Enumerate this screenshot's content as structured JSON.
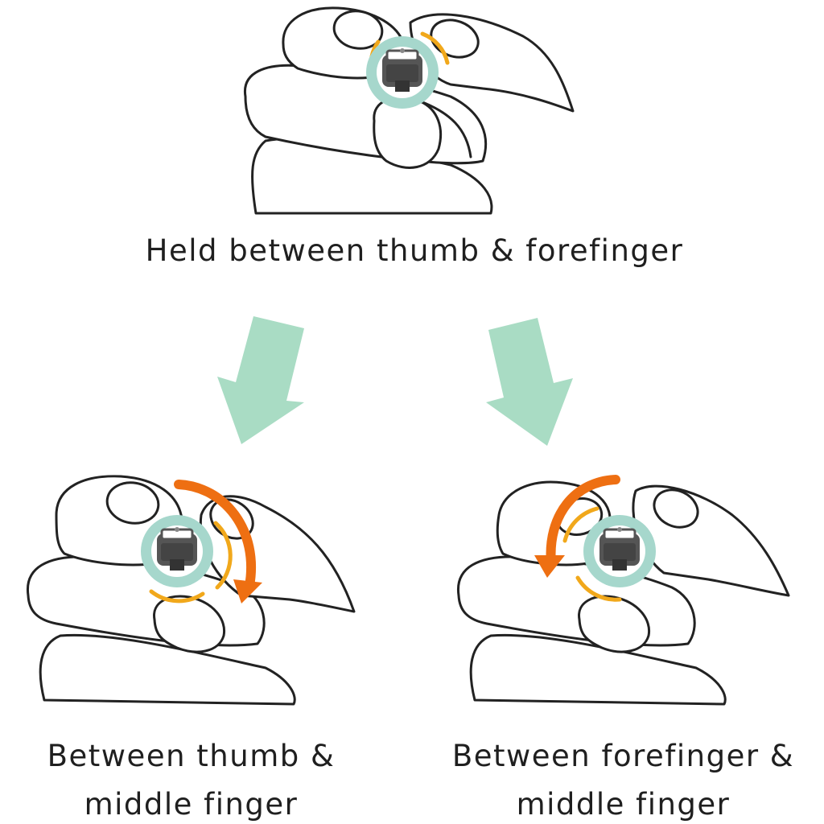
{
  "captions": {
    "top": "Held between thumb & forefinger",
    "left": "Between thumb &\nmiddle finger",
    "right": "Between forefinger &\nmiddle finger"
  },
  "colors": {
    "arrow_green": "#a9dcc4",
    "ring_teal": "#a6d7cc",
    "ring_center": "#6a6a6a",
    "accent_yellow": "#f1a81b",
    "accent_orange": "#ee6f12",
    "outline": "#222222"
  }
}
